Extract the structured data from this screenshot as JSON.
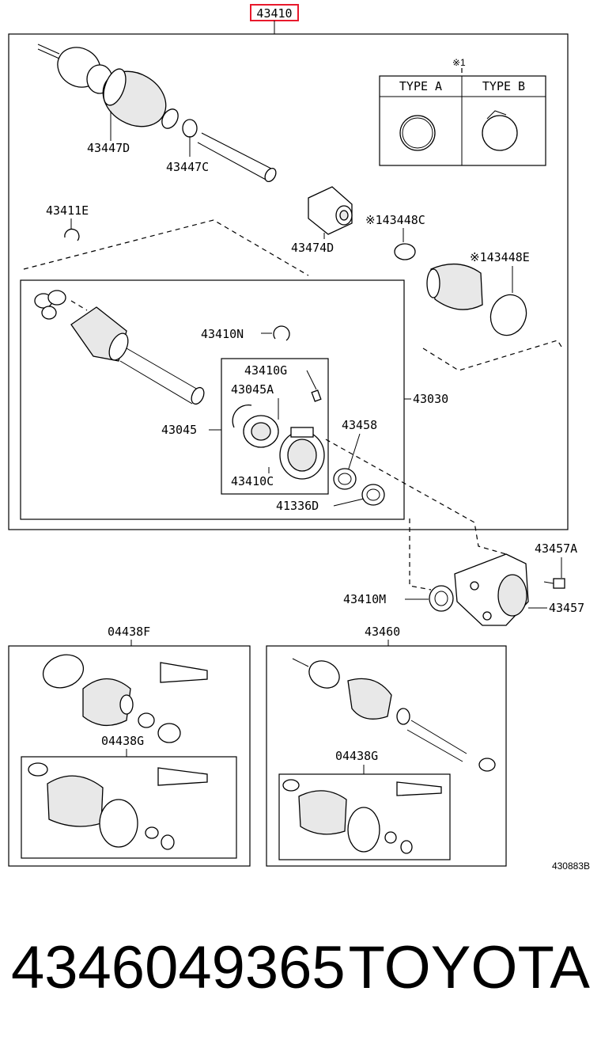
{
  "diagram": {
    "assembly_number": "43410",
    "drawing_number": "430883B",
    "note_mark": "※1",
    "clamp_types": [
      "TYPE A",
      "TYPE B"
    ],
    "labels": {
      "p43447D": "43447D",
      "p43447C": "43447C",
      "p43411E": "43411E",
      "p43474D": "43474D",
      "p43448C": "※143448C",
      "p43448E": "※143448E",
      "p43410N": "43410N",
      "p43410G": "43410G",
      "p43045A": "43045A",
      "p43045": "43045",
      "p43030": "43030",
      "p43458": "43458",
      "p43410C": "43410C",
      "p41336D": "41336D",
      "p43457A": "43457A",
      "p43410M": "43410M",
      "p43457": "43457",
      "p04438F": "04438F",
      "p43460": "43460",
      "p04438G_left": "04438G",
      "p04438G_right": "04438G"
    }
  },
  "footer": {
    "part_number": "4346049365",
    "brand": "TOYOTA"
  }
}
